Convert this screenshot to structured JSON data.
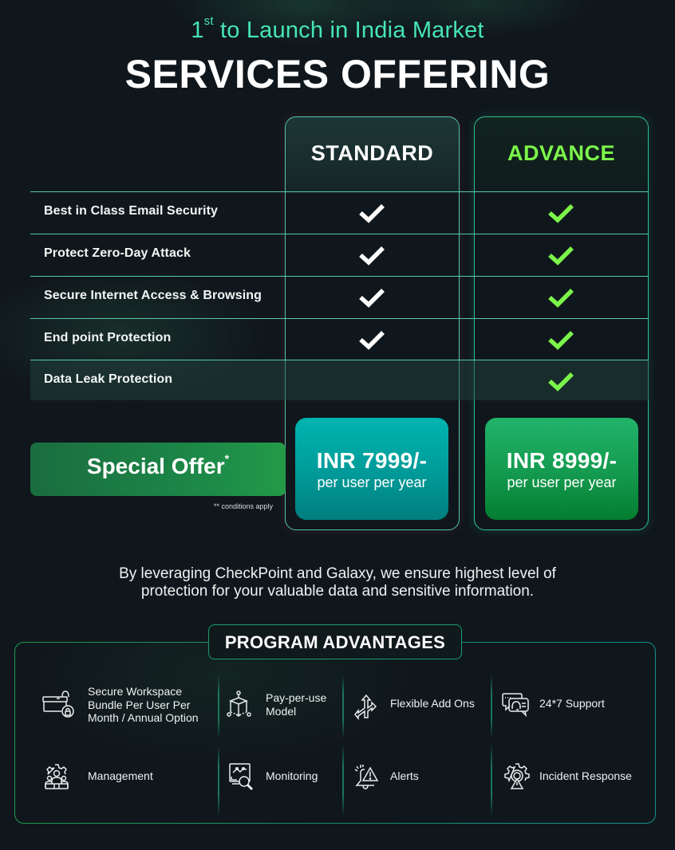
{
  "header": {
    "subtitle_ordinal": "1",
    "subtitle_suffix": "st",
    "subtitle_rest": " to Launch in India Market",
    "title": "SERVICES OFFERING"
  },
  "plans": [
    {
      "name": "STANDARD",
      "name_color": "#ffffff",
      "price": "INR 7999/-",
      "period": "per user per year",
      "box_color": "#00a8a4"
    },
    {
      "name": "ADVANCE",
      "name_color": "#7cf54a",
      "price": "INR 8999/-",
      "period": "per user per year",
      "box_color": "#139a4e"
    }
  ],
  "features": [
    {
      "label": "Best in Class Email Security",
      "standard": true,
      "advance": true
    },
    {
      "label": "Protect Zero-Day Attack",
      "standard": true,
      "advance": true
    },
    {
      "label": "Secure Internet Access & Browsing",
      "standard": true,
      "advance": true
    },
    {
      "label": "End point Protection",
      "standard": true,
      "advance": true
    },
    {
      "label": "Data Leak Protection",
      "standard": false,
      "advance": true
    }
  ],
  "offer": {
    "label": "Special Offer",
    "asterisk": "*",
    "conditions": "** conditions apply"
  },
  "tagline": {
    "line1": "By leveraging CheckPoint and Galaxy, we ensure highest level of",
    "line2": "protection for your valuable data and sensitive information."
  },
  "advantages": {
    "title": "PROGRAM ADVANTAGES",
    "items": [
      {
        "icon": "secure-workspace-icon",
        "label_lines": [
          "Secure Workspace",
          "Bundle Per User Per",
          "Month / Annual Option"
        ]
      },
      {
        "icon": "cube-network-icon",
        "label_lines": [
          "Pay-per-use",
          "Model"
        ]
      },
      {
        "icon": "split-arrows-icon",
        "label_lines": [
          "Flexible Add Ons"
        ]
      },
      {
        "icon": "support-chat-icon",
        "label_lines": [
          "24*7 Support"
        ]
      },
      {
        "icon": "management-gear-people-icon",
        "label_lines": [
          "Management"
        ]
      },
      {
        "icon": "monitoring-magnifier-icon",
        "label_lines": [
          "Monitoring"
        ]
      },
      {
        "icon": "alert-bell-icon",
        "label_lines": [
          "Alerts"
        ]
      },
      {
        "icon": "incident-gear-icon",
        "label_lines": [
          "Incident Response"
        ]
      }
    ]
  },
  "colors": {
    "background": "#10171c",
    "accent_teal": "#45e6b3",
    "accent_green": "#7cf54a",
    "table_line": "#57c9ac"
  }
}
